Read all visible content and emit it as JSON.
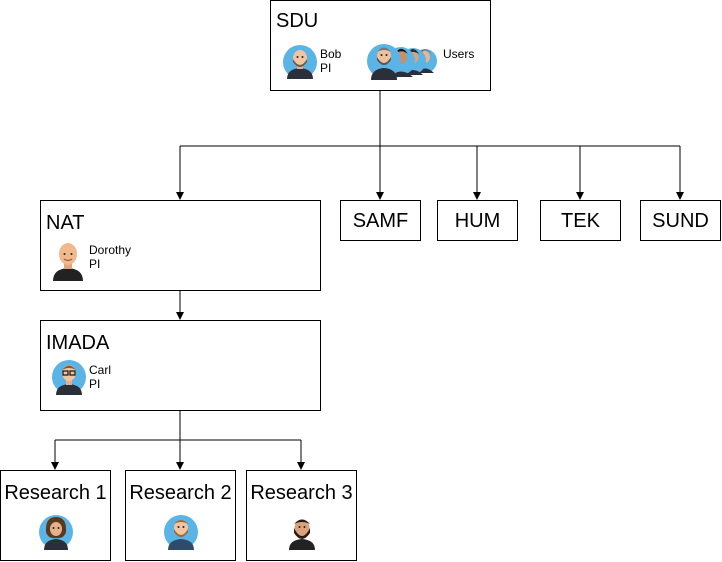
{
  "nodes": {
    "sdu": {
      "label": "SDU",
      "pi_name": "Bob",
      "pi_role": "PI",
      "users_label": "Users"
    },
    "nat": {
      "label": "NAT",
      "pi_name": "Dorothy",
      "pi_role": "PI"
    },
    "samf": {
      "label": "SAMF"
    },
    "hum": {
      "label": "HUM"
    },
    "tek": {
      "label": "TEK"
    },
    "sund": {
      "label": "SUND"
    },
    "imada": {
      "label": "IMADA",
      "pi_name": "Carl",
      "pi_role": "PI"
    },
    "research1": {
      "label": "Research 1"
    },
    "research2": {
      "label": "Research 2"
    },
    "research3": {
      "label": "Research 3"
    }
  },
  "colors": {
    "avatar_bg": "#5ab4e6",
    "line": "#000000",
    "box_border": "#000000"
  }
}
